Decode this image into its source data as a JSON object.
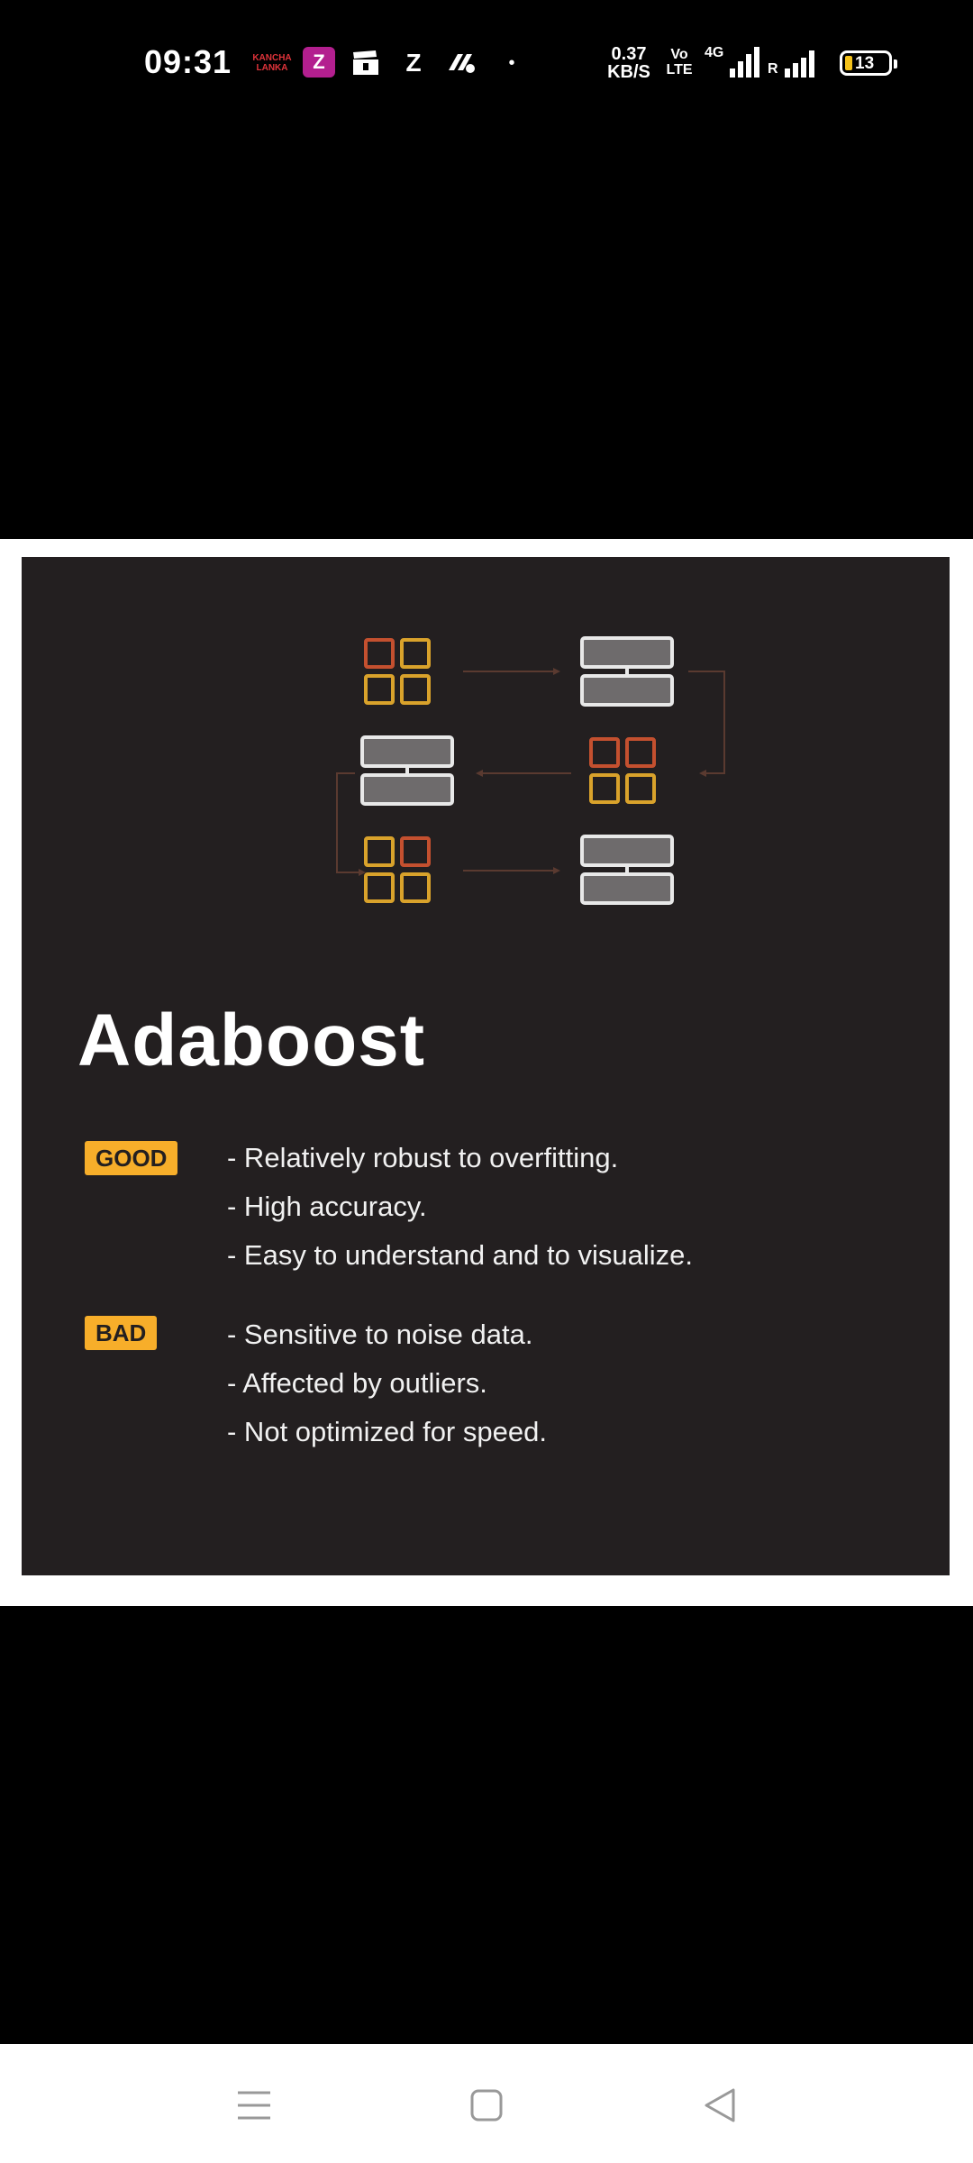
{
  "status_bar": {
    "time": "09:31",
    "notif_brand_lines": [
      "KANCHA",
      "LANKA"
    ],
    "notif_app1_letter": "Z",
    "notif_app2_letter": "Z",
    "notif_dot": "•",
    "net_speed_value": "0.37",
    "net_speed_unit": "KB/S",
    "volte_top": "Vo",
    "volte_bottom": "LTE",
    "network_type": "4G",
    "roaming_label": "R",
    "battery_level": "13",
    "icons": [
      "clapperboard-icon",
      "gpay-icon",
      "signal-icon",
      "battery-icon"
    ]
  },
  "infographic": {
    "title": "Adaboost",
    "good_label": "GOOD",
    "good_points": [
      "- Relatively robust to overfitting.",
      "- High accuracy.",
      "- Easy to understand and to visualize."
    ],
    "bad_label": "BAD",
    "bad_points": [
      "- Sensitive to noise data.",
      "- Affected by outliers.",
      "- Not optimized for speed."
    ],
    "colors": {
      "background": "#231f20",
      "badge": "#f7ae2a",
      "square_orange": "#c4502f",
      "square_yellow": "#d9a22b",
      "model_box": "#6e6b6c"
    }
  },
  "nav_bar": {
    "icons": [
      "menu-icon",
      "home-icon",
      "back-icon"
    ]
  }
}
